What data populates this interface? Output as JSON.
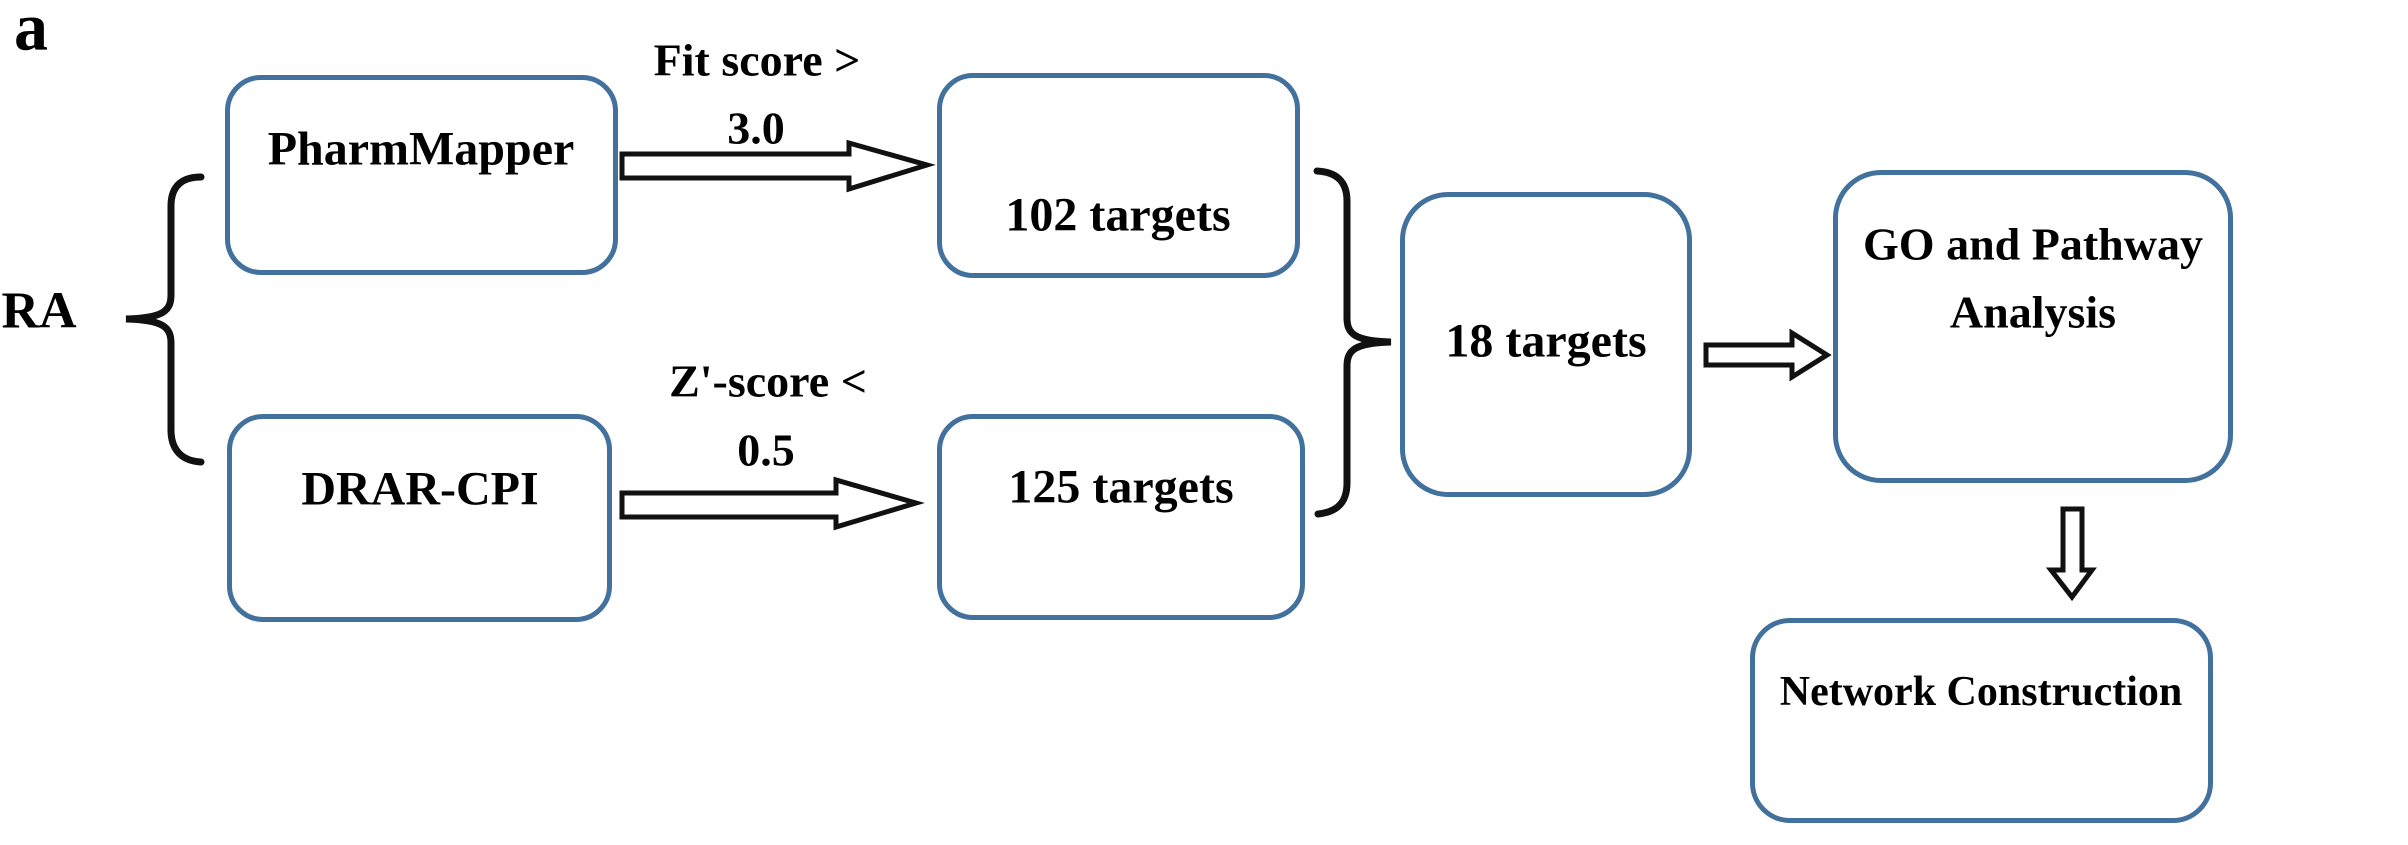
{
  "panel_label": "a",
  "source_label": "RA",
  "boxes": {
    "pharmmapper": {
      "label": "PharmMapper"
    },
    "drar_cpi": {
      "label": "DRAR-CPI"
    },
    "targets_102": {
      "label": "102 targets"
    },
    "targets_125": {
      "label": "125 targets"
    },
    "targets_18": {
      "label": "18 targets"
    },
    "go_pathway": {
      "line1": "GO and Pathway",
      "line2": "Analysis"
    },
    "network": {
      "label": "Network Construction"
    }
  },
  "edge_conditions": {
    "fit_score": {
      "line1": "Fit score >",
      "line2": "3.0"
    },
    "z_score": {
      "line1": "Z'-score <",
      "line2": "0.5"
    }
  },
  "flow": [
    {
      "from": "RA",
      "to": "PharmMapper"
    },
    {
      "from": "RA",
      "to": "DRAR-CPI"
    },
    {
      "from": "PharmMapper",
      "to": "102 targets",
      "condition": "Fit score > 3.0"
    },
    {
      "from": "DRAR-CPI",
      "to": "125 targets",
      "condition": "Z'-score < 0.5"
    },
    {
      "from": "102 targets",
      "to": "18 targets"
    },
    {
      "from": "125 targets",
      "to": "18 targets"
    },
    {
      "from": "18 targets",
      "to": "GO and Pathway Analysis"
    },
    {
      "from": "GO and Pathway Analysis",
      "to": "Network Construction"
    }
  ],
  "colors": {
    "box_border": "#41719C",
    "connector": "#111111",
    "text": "#000000",
    "background": "#ffffff"
  }
}
